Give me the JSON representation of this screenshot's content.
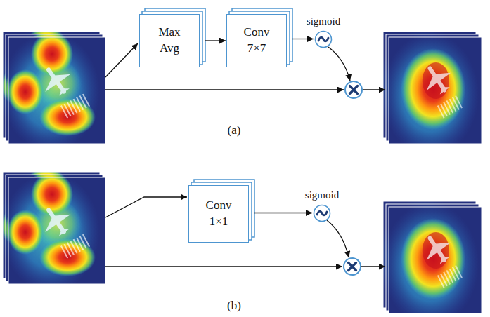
{
  "diagram": {
    "nodes": [
      {
        "text": [
          "Max Avg"
        ]
      },
      {
        "text": [
          "Conv 7×7"
        ]
      },
      {
        "text": [
          "sigmoid"
        ]
      },
      {
        "text": [
          "Conv 1×1"
        ]
      },
      {
        "text": [
          "sigmoid"
        ]
      }
    ],
    "edges": [
      {
        "from": 0,
        "to": 1,
        "arrow": "to"
      },
      {
        "from": 1,
        "to": 2,
        "arrow": "to"
      },
      {
        "from": 3,
        "to": 4,
        "arrow": "to"
      }
    ],
    "labels": [
      "(a)",
      "(b)"
    ]
  }
}
